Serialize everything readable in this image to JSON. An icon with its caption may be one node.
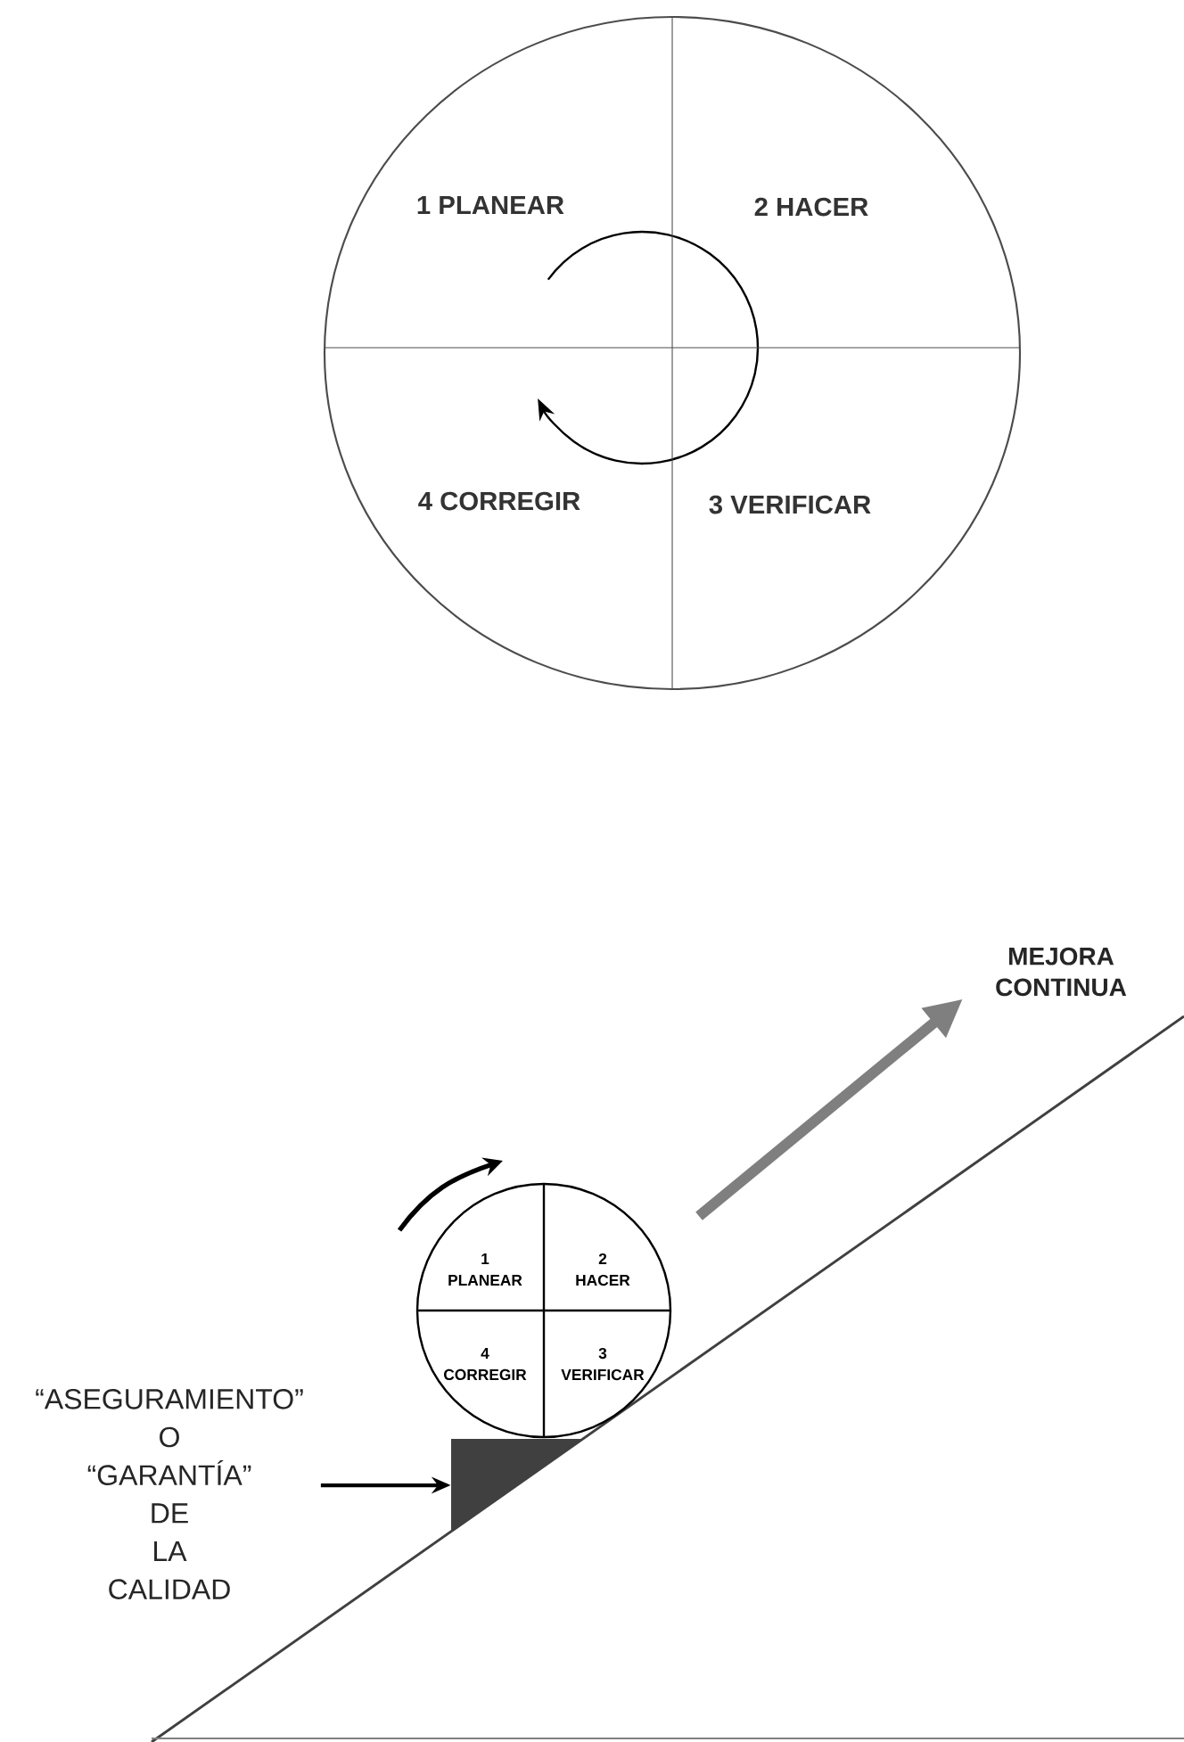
{
  "diagram": {
    "nodes": [
      {
        "text": [
          "1 PLANEAR",
          "2 HACER",
          "4 CORREGIR",
          "3 VERIFICAR"
        ]
      },
      {
        "text": [
          "1 PLANEAR",
          "2 HACER",
          "4 CORREGIR",
          "3 VERIFICAR"
        ]
      },
      {
        "text": [],
        "shape": "triangle"
      },
      {
        "text": [
          "“ASEGURAMIENTO” O “GARANTÍA” DE LA CALIDAD"
        ]
      },
      {
        "text": [
          "MEJORA CONTINUA"
        ]
      }
    ],
    "edges": [
      {
        "from": 3,
        "to": 2,
        "arrow": "to"
      },
      {
        "from": null,
        "to": 4,
        "arrow": "to",
        "style": "thick",
        "color": "#7f7f7f"
      }
    ]
  }
}
